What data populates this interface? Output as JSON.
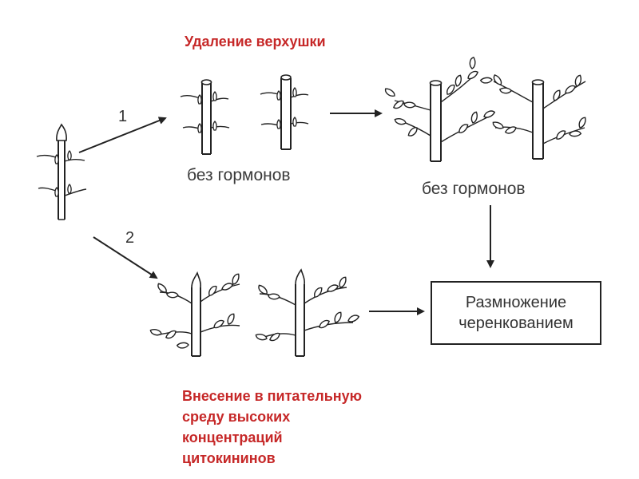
{
  "title_top": "Удаление верхушки",
  "step1_label": "1",
  "step2_label": "2",
  "caption_no_hormones_1": "без гормонов",
  "caption_no_hormones_2": "без гормонов",
  "result_box": {
    "line1": "Размножение",
    "line2": "черенкованием"
  },
  "cytokinin_note": {
    "line1": "Внесение в питательную",
    "line2": "среду высоких",
    "line3": "концентраций",
    "line4": "цитокининов"
  },
  "colors": {
    "accent_red": "#c62828",
    "ink": "#222222",
    "caption_gray": "#3a3a3a"
  }
}
